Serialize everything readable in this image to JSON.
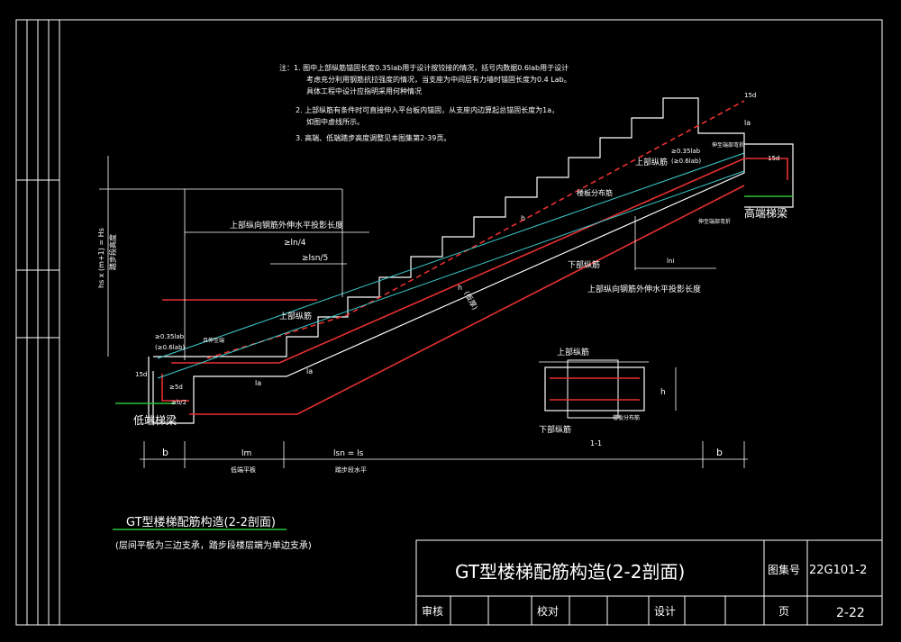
{
  "notes": [
    "注：1. 图中上部纵筋锚固长度0.35lab用于设计按铰接的情况，括号内数据0.6lab用于设计",
    "考虑充分利用钢筋抗拉强度的情况，当支座为中间层有力墙时锚固长度为0.4 Lab。",
    "具体工程中设计应指明采用何种情况",
    "2. 上部纵筋有条件时可直接伸入平台板内锚固，从支座内边算起总锚固长度为1a，",
    "如图中虚线所示。",
    "3. 高端、低端踏步高度调整见本图集第2-39页。"
  ],
  "labels": {
    "upper_extension": "上部纵向钢筋外伸水平投影长度",
    "ln4": "≥ln/4",
    "lsn5": "≥lsn/5",
    "upper_rebar_low": "上部纵筋",
    "upper_rebar_high": "上部纵筋",
    "lower_rebar": "下部纵筋",
    "distribution_rebar": "楼板分布筋",
    "anchor_low_1": "≥0.35lab",
    "anchor_low_2": "(≥0.6lab)",
    "anchor_low_3": "且伸至端",
    "anchor_high_1": "≥0.35lab",
    "anchor_high_2": "(≥0.6lab)",
    "high_corner": "伸至端部弯折",
    "high_bottom": "伸至端部弯折",
    "la_top": "la",
    "la_low": "la",
    "la_low2": "la",
    "fifteen_d": "15d",
    "fifteen_d_low": "15d",
    "fifteen_d_high": "15d",
    "five_d": "≥5d",
    "b2": "≥b/2",
    "hs_vertical": "hs x (m+1) = Hs",
    "hs_sub": "踏步段高度",
    "slab_thickness": "(板厚)",
    "h_label": "h",
    "h_label2": "h",
    "low_beam": "低端梯梁",
    "high_beam": "高端梯梁",
    "lower_extension": "上部纵向钢筋外伸水平投影长度",
    "lni": "lni",
    "dim_b_left": "b",
    "dim_ln": "lm",
    "dim_lsn": "lsn = ls",
    "dim_b_right": "b",
    "sub_ln": "低端平板",
    "sub_lsn": "踏步段水平",
    "sec_upper": "上部纵筋",
    "sec_lower": "下部纵筋",
    "sec_dist": "楼板分布筋",
    "sec_h": "h",
    "sec_cut": "1-1"
  },
  "caption": {
    "title": "GT型楼梯配筋构造(2-2剖面)",
    "subtitle": "(层间平板为三边支承，踏步段楼层端为单边支承)"
  },
  "title_block": {
    "title": "GT型楼梯配筋构造(2-2剖面)",
    "atlas_label": "图集号",
    "atlas_no": "22G101-2",
    "review": "审核",
    "check": "校对",
    "design": "设计",
    "page_label": "页",
    "page_no": "2-22"
  },
  "colors": {
    "background": "#000000",
    "line": "#ffffff",
    "rebar_red": "#e83030",
    "green": "#29c43a",
    "cyan": "#3dd0d0"
  }
}
